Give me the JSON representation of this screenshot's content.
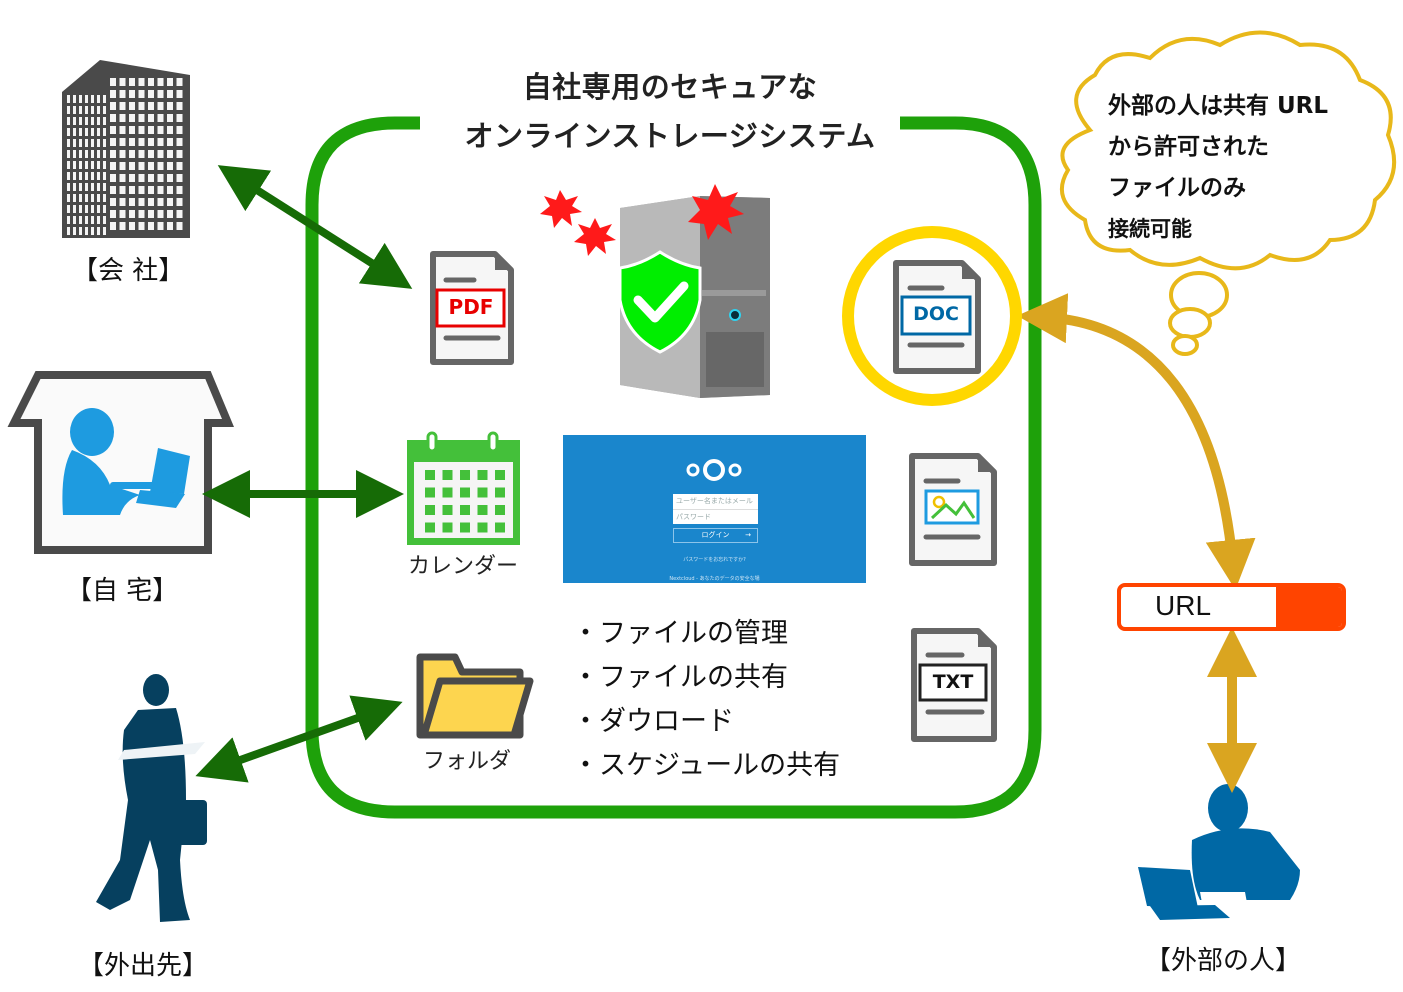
{
  "title": {
    "line1": "自社専用のセキュアな",
    "line2": "オンラインストレージシステム"
  },
  "locations": {
    "company": "【会 社】",
    "home": "【自 宅】",
    "outside": "【外出先】",
    "external_person": "【外部の人】"
  },
  "cloud_bubble": {
    "lines": [
      "外部の人は共有 URL",
      "から許可された",
      "ファイルのみ",
      "接続可能"
    ]
  },
  "file_icons": {
    "pdf": "PDF",
    "doc": "DOC",
    "txt": "TXT",
    "image": "image-file-icon"
  },
  "captions": {
    "calendar": "カレンダー",
    "folder": "フォルダ"
  },
  "login_screen": {
    "username_placeholder": "ユーザー名またはメールア!",
    "password_placeholder": "パスワード",
    "login_button": "ログイン",
    "login_arrow": "→",
    "forgot_password": "パスワードをお忘れですか?",
    "footer": "Nextcloud - あなたのデータの安全な場"
  },
  "features": [
    "・ファイルの管理",
    "・ファイルの共有",
    "・ダウロード",
    "・スケジュールの共有"
  ],
  "url_box": {
    "label": "URL"
  },
  "colors": {
    "system_border": "#1ea10a",
    "arrow_green": "#166b06",
    "arrow_gold": "#daa520",
    "highlight_ring": "#ffd700",
    "url_accent": "#ff4400",
    "cloud_outline": "#e8b81a",
    "nextcloud_blue": "#1a86cc"
  }
}
